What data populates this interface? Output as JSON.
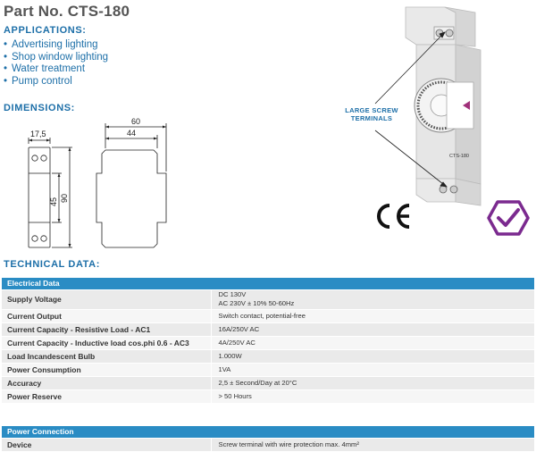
{
  "title": "Part No. CTS-180",
  "applications": {
    "heading": "APPLICATIONS:",
    "items": [
      "Advertising lighting",
      "Shop window lighting",
      "Water treatment",
      "Pump control"
    ]
  },
  "dimensions": {
    "heading": "DIMENSIONS:",
    "front_width": "17,5",
    "front_height_inner": "45",
    "front_height_outer": "90",
    "side_width_outer": "60",
    "side_width_inner": "44"
  },
  "product": {
    "callout": "LARGE SCREW TERMINALS",
    "model_label": "CTS-180"
  },
  "marks": {
    "ce": "CE",
    "rcm": "rcm-check-icon"
  },
  "technical": {
    "heading": "TECHNICAL DATA:",
    "electrical": {
      "header": "Electrical Data",
      "rows": [
        {
          "label": "Supply Voltage",
          "value_lines": [
            "DC 130V",
            "AC 230V ± 10% 50-60Hz"
          ]
        },
        {
          "label": "Current Output",
          "value": "Switch contact, potential-free"
        },
        {
          "label": "Current Capacity - Resistive Load - AC1",
          "value": "16A/250V AC"
        },
        {
          "label": "Current Capacity - Inductive load cos.phi 0.6 - AC3",
          "value": "4A/250V AC"
        },
        {
          "label": "Load Incandescent Bulb",
          "value": "1.000W"
        },
        {
          "label": "Power Consumption",
          "value": "1VA"
        },
        {
          "label": "Accuracy",
          "value": "2,5 ± Second/Day at 20°C"
        },
        {
          "label": "Power Reserve",
          "value": "> 50 Hours"
        }
      ]
    },
    "power": {
      "header": "Power Connection",
      "rows": [
        {
          "label": "Device",
          "value": "Screw terminal with wire protection max. 4mm²"
        }
      ]
    }
  },
  "colors": {
    "accent": "#1d6fa8",
    "table_header": "#2a8cc4",
    "rcm": "#7b2a8f"
  }
}
